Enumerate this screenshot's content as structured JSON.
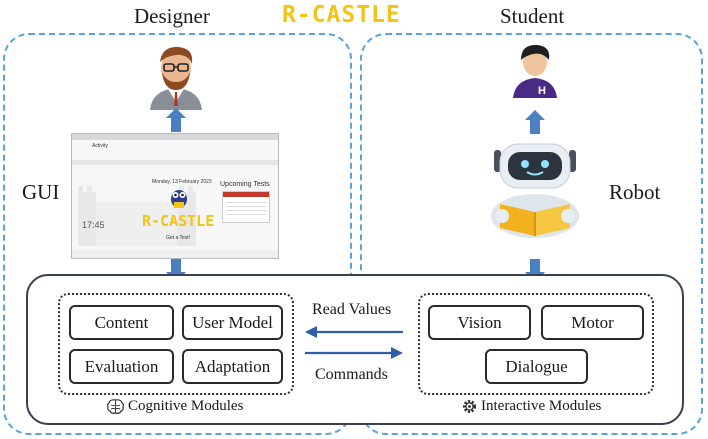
{
  "title": "R-CASTLE",
  "labels": {
    "designer": "Designer",
    "student": "Student",
    "gui": "GUI",
    "robot": "Robot"
  },
  "gui_screenshot": {
    "header": "Activity",
    "date_line": "Monday, 13 February 2023",
    "panel_title": "Upcoming Tests",
    "logo_text": "R-CASTLE",
    "clock": "17:45",
    "caption": "Get a Test!"
  },
  "cognitive": {
    "modules": [
      "Content",
      "User Model",
      "Evaluation",
      "Adaptation"
    ],
    "caption": "Cognitive Modules"
  },
  "interactive": {
    "modules": [
      "Vision",
      "Motor",
      "Dialogue"
    ],
    "caption": "Interactive Modules"
  },
  "arrows": {
    "read_values": "Read Values",
    "commands": "Commands"
  },
  "icons": [
    "designer-avatar",
    "student-avatar",
    "robot-reading",
    "brain-icon",
    "gear-icon"
  ],
  "colors": {
    "dashed_border": "#5aa3d8",
    "arrow": "#4a7fc1",
    "brand": "#f2c418",
    "main_border": "#3b3f52"
  }
}
